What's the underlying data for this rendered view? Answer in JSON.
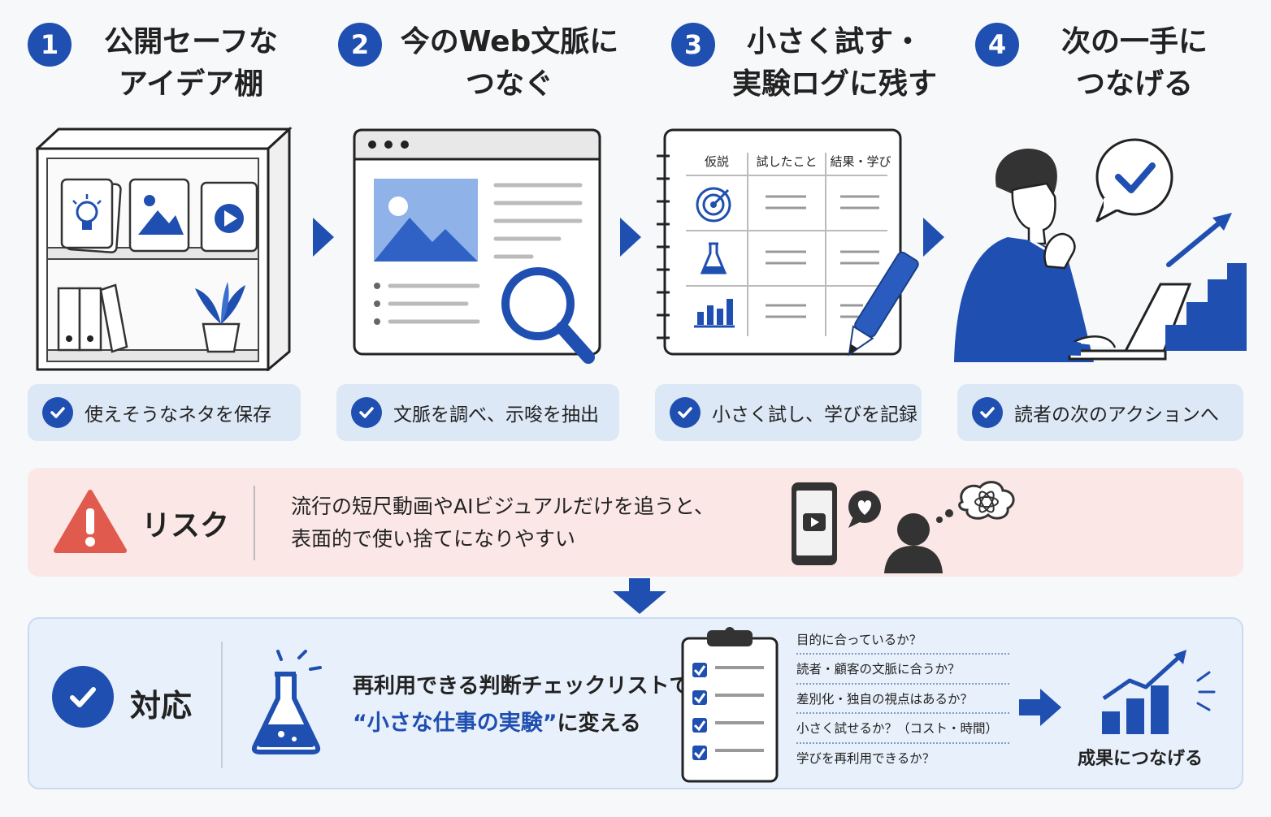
{
  "steps": [
    {
      "number": "1",
      "title_lines": [
        "公開セーフな",
        "アイデア棚"
      ],
      "caption": "使えそうなネタを保存",
      "icon": "bookshelf-icon"
    },
    {
      "number": "2",
      "title_lines": [
        "今のWeb文脈に",
        "つなぐ"
      ],
      "caption": "文脈を調べ、示唆を抽出",
      "icon": "browser-search-icon"
    },
    {
      "number": "3",
      "title_lines": [
        "小さく試す・",
        "実験ログに残す"
      ],
      "caption": "小さく試し、学びを記録",
      "icon": "notebook-log-icon",
      "log_headers": [
        "仮説",
        "試したこと",
        "結果・学び"
      ]
    },
    {
      "number": "4",
      "title_lines": [
        "次の一手に",
        "つなげる"
      ],
      "caption": "読者の次のアクションへ",
      "icon": "thinking-person-icon"
    }
  ],
  "risk": {
    "label": "リスク",
    "text_lines": [
      "流行の短尺動画やAIビジュアルだけを追うと、",
      "表面的で使い捨てになりやすい"
    ]
  },
  "response": {
    "label": "対応",
    "text_line1": "再利用できる判断チェックリストで",
    "text_highlight": "“小さな仕事の実験”",
    "text_suffix": "に変える",
    "checklist": [
      "目的に合っているか？",
      "読者・顧客の文脈に合うか？",
      "差別化・独自の視点はあるか？",
      "小さく試せるか？（コスト・時間）",
      "学びを再利用できるか？"
    ],
    "result_label": "成果につなげる"
  },
  "colors": {
    "accent": "#1f4fb0",
    "accent_light": "#5b8de0",
    "caption_bg": "#dde8f6",
    "risk_bg": "#fbe7e5",
    "risk_icon": "#e05a4e",
    "response_bg": "#e8f0fb"
  }
}
